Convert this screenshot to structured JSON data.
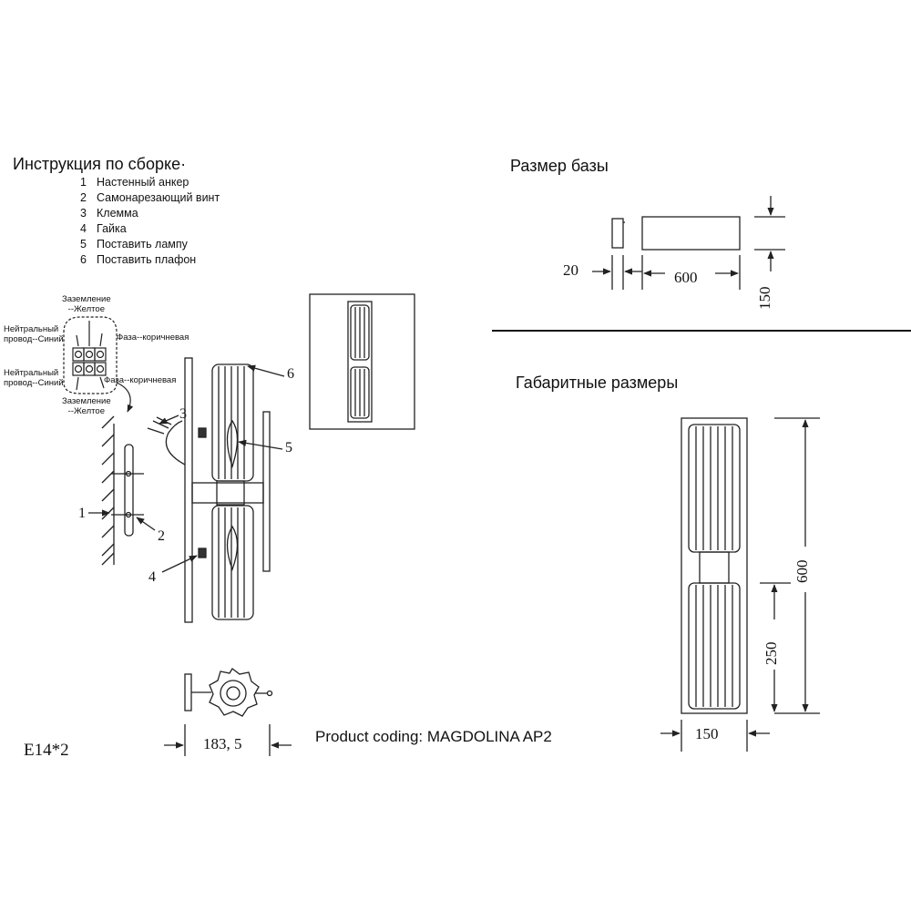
{
  "assembly": {
    "title": "Инструкция по сборке·",
    "steps": [
      {
        "num": "1",
        "text": "Настенный анкер"
      },
      {
        "num": "2",
        "text": "Самонарезающий винт"
      },
      {
        "num": "3",
        "text": "Клемма"
      },
      {
        "num": "4",
        "text": "Гайка"
      },
      {
        "num": "5",
        "text": "Поставить лампу"
      },
      {
        "num": "6",
        "text": "Поставить плафон"
      }
    ]
  },
  "wiring": {
    "ground_top": [
      "Заземление",
      "--Желтое"
    ],
    "neutral_top": [
      "Нейтральный",
      "провод--Синий"
    ],
    "phase_top": "Фаза--коричневая",
    "neutral_bottom": [
      "Нейтральный",
      "провод--Синий"
    ],
    "phase_bottom": "Фаза--коричневая",
    "ground_bottom": [
      "Заземление",
      "--Желтое"
    ]
  },
  "callouts": [
    "1",
    "2",
    "3",
    "4",
    "5",
    "6"
  ],
  "base_size": {
    "title": "Размер базы",
    "depth": "20",
    "length": "600",
    "height": "150"
  },
  "overall_size": {
    "title": "Габаритные размеры",
    "height": "600",
    "partial": "250",
    "width": "150"
  },
  "side_depth": "183, 5",
  "lamp_spec": "E14*2",
  "product_coding": "Product coding: MAGDOLINA AP2"
}
